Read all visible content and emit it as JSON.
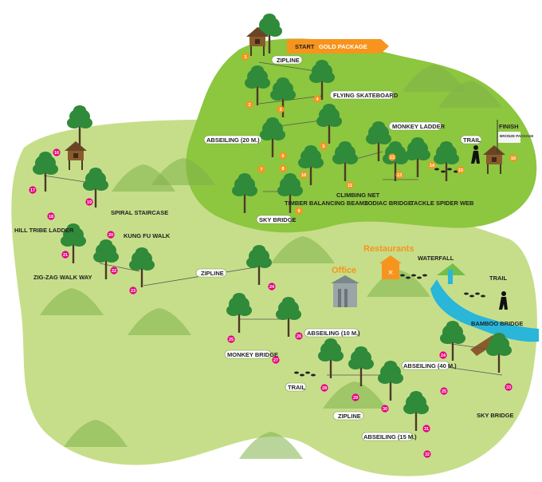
{
  "header": {
    "start": "START",
    "package": "GOLD PACKAGE",
    "finish": "FINISH",
    "finish_sub": "BRONZE PACKAGE"
  },
  "facilities": {
    "office": "Office",
    "restaurants": "Restaurants"
  },
  "colors": {
    "upper_island": "#8dc63f",
    "lower_island": "#c6de8a",
    "tree": "#2f8a3a",
    "orange_badge": "#f7941d",
    "pink_badge": "#e6007e",
    "river": "#29b6d9",
    "bridge": "#8b5a2b"
  },
  "stations": [
    {
      "n": "1",
      "label": "ZIPLINE",
      "color": "orange"
    },
    {
      "n": "2",
      "label": "",
      "color": "orange"
    },
    {
      "n": "3",
      "label": "",
      "color": "orange"
    },
    {
      "n": "4",
      "label": "FLYING SKATEBOARD",
      "color": "orange"
    },
    {
      "n": "5",
      "label": "",
      "color": "orange"
    },
    {
      "n": "6",
      "label": "",
      "color": "orange"
    },
    {
      "n": "7",
      "label": "ABSEILING (20 M.)",
      "color": "orange"
    },
    {
      "n": "8",
      "label": "",
      "color": "orange"
    },
    {
      "n": "9",
      "label": "",
      "color": "orange"
    },
    {
      "n": "10",
      "label": "",
      "color": "orange"
    },
    {
      "n": "11",
      "label": "CLIMBING NET",
      "color": "orange"
    },
    {
      "n": "12",
      "label": "",
      "color": "orange"
    },
    {
      "n": "13",
      "label": "",
      "color": "orange"
    },
    {
      "n": "14",
      "label": "",
      "color": "orange"
    },
    {
      "n": "15",
      "label": "",
      "color": "orange"
    },
    {
      "n": "16",
      "label": "",
      "color": "orange"
    },
    {
      "n": "16",
      "label": "",
      "color": "pink"
    },
    {
      "n": "17",
      "label": "",
      "color": "pink"
    },
    {
      "n": "18",
      "label": "",
      "color": "pink"
    },
    {
      "n": "19",
      "label": "",
      "color": "pink"
    },
    {
      "n": "20",
      "label": "",
      "color": "pink"
    },
    {
      "n": "21",
      "label": "",
      "color": "pink"
    },
    {
      "n": "22",
      "label": "",
      "color": "pink"
    },
    {
      "n": "23",
      "label": "",
      "color": "pink"
    },
    {
      "n": "24",
      "label": "",
      "color": "pink"
    },
    {
      "n": "25",
      "label": "",
      "color": "pink"
    },
    {
      "n": "26",
      "label": "",
      "color": "pink"
    },
    {
      "n": "27",
      "label": "",
      "color": "pink"
    },
    {
      "n": "28",
      "label": "",
      "color": "pink"
    },
    {
      "n": "29",
      "label": "",
      "color": "pink"
    },
    {
      "n": "30",
      "label": "",
      "color": "pink"
    },
    {
      "n": "24",
      "label": "",
      "color": "pink"
    },
    {
      "n": "25",
      "label": "",
      "color": "pink"
    },
    {
      "n": "33",
      "label": "",
      "color": "pink"
    },
    {
      "n": "31",
      "label": "",
      "color": "pink"
    },
    {
      "n": "32",
      "label": "",
      "color": "pink"
    }
  ],
  "labels": {
    "zipline_top": "ZIPLINE",
    "flying_skateboard": "FLYING SKATEBOARD",
    "monkey_ladder": "MONKEY LADDER",
    "abseiling_20": "ABSEILING (20 M.)",
    "trail_top": "TRAIL",
    "climbing_net": "CLIMBING NET",
    "timber_balancing": "TIMBER BALANCING BEAMS",
    "zodiac_bridge": "ZODIAC BRIDGE",
    "tackle_spider": "TACKLE SPIDER WEB",
    "sky_bridge_top": "SKY BRIDGE",
    "spiral_staircase": "SPIRAL STAIRCASE",
    "hill_tribe": "HILL TRIBE LADDER",
    "kung_fu": "KUNG FU WALK",
    "zigzag": "ZIG-ZAG WALK WAY",
    "zipline_mid": "ZIPLINE",
    "waterfall": "WATERFALL",
    "trail_right": "TRAIL",
    "bamboo_bridge": "BAMBOO BRIDGE",
    "abseiling_10": "ABSEILING (10 M.)",
    "monkey_bridge": "MONKEY BRIDGE",
    "abseiling_40": "ABSEILING (40 M.)",
    "trail_bottom": "TRAIL",
    "zipline_bottom": "ZIPLINE",
    "sky_bridge_bottom": "SKY BRIDGE",
    "abseiling_15": "ABSEILING (15 M.)"
  }
}
